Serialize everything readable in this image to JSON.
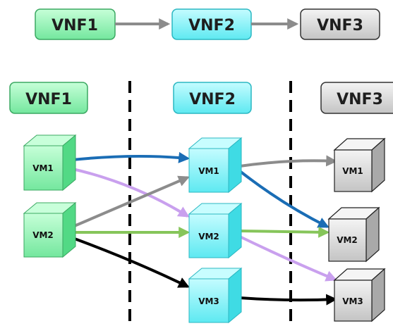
{
  "top_chain": {
    "vnf1": "VNF1",
    "vnf2": "VNF2",
    "vnf3": "VNF3"
  },
  "columns": {
    "vnf1": "VNF1",
    "vnf2": "VNF2",
    "vnf3": "VNF3"
  },
  "vnf1_vms": {
    "vm1": "VM1",
    "vm2": "VM2"
  },
  "vnf2_vms": {
    "vm1": "VM1",
    "vm2": "VM2",
    "vm3": "VM3"
  },
  "vnf3_vms": {
    "vm1": "VM1",
    "vm2": "VM2",
    "vm3": "VM3"
  },
  "colors": {
    "vnf1_green": "#8ff0b0",
    "vnf2_cyan": "#7ef2f6",
    "vnf3_gray": "#d4d4d4",
    "arrow_blue": "#1a6db5",
    "arrow_purple": "#c9a0ee",
    "arrow_gray": "#8c8c8c",
    "arrow_green": "#86c55a",
    "arrow_black": "#000000"
  },
  "flows": [
    {
      "from": "VNF1 VM1",
      "to": "VNF2 VM1",
      "color": "blue"
    },
    {
      "from": "VNF1 VM1",
      "to": "VNF2 VM2",
      "color": "purple"
    },
    {
      "from": "VNF1 VM2",
      "to": "VNF2 VM1",
      "color": "gray"
    },
    {
      "from": "VNF1 VM2",
      "to": "VNF2 VM2",
      "color": "green"
    },
    {
      "from": "VNF1 VM2",
      "to": "VNF2 VM3",
      "color": "black"
    },
    {
      "from": "VNF2 VM1",
      "to": "VNF3 VM1",
      "color": "gray"
    },
    {
      "from": "VNF2 VM1",
      "to": "VNF3 VM2",
      "color": "blue"
    },
    {
      "from": "VNF2 VM2",
      "to": "VNF3 VM2",
      "color": "green"
    },
    {
      "from": "VNF2 VM2",
      "to": "VNF3 VM3",
      "color": "purple"
    },
    {
      "from": "VNF2 VM3",
      "to": "VNF3 VM3",
      "color": "black"
    }
  ]
}
